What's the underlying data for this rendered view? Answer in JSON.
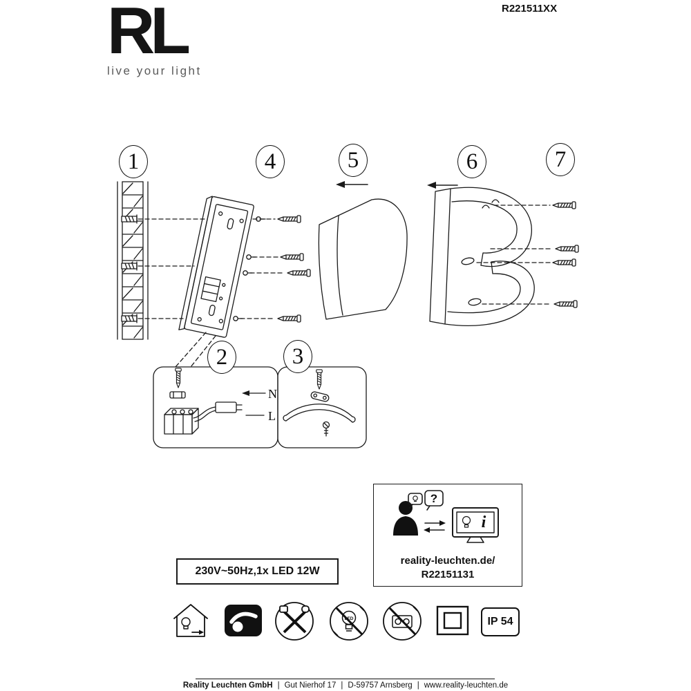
{
  "header": {
    "logo": "RL",
    "tagline": "live your light",
    "model_number": "R221511XX"
  },
  "steps": {
    "s1": "1",
    "s2": "2",
    "s3": "3",
    "s4": "4",
    "s5": "5",
    "s6": "6",
    "s7": "7"
  },
  "wiring_labels": {
    "neutral": "N",
    "live": "L"
  },
  "spec_box": {
    "text": "230V~50Hz,1x LED 12W"
  },
  "support_box": {
    "question_mark": "?",
    "info_letter": "i",
    "url": "reality-leuchten.de/",
    "article_code": "R22151131"
  },
  "icon_row": {
    "led_label": "LED",
    "ip_rating": "IP 54"
  },
  "footer": {
    "company": "Reality Leuchten GmbH",
    "separator": "|",
    "street": "Gut Nierhof 17",
    "city": "D-59757 Arnsberg",
    "website": "www.reality-leuchten.de"
  }
}
